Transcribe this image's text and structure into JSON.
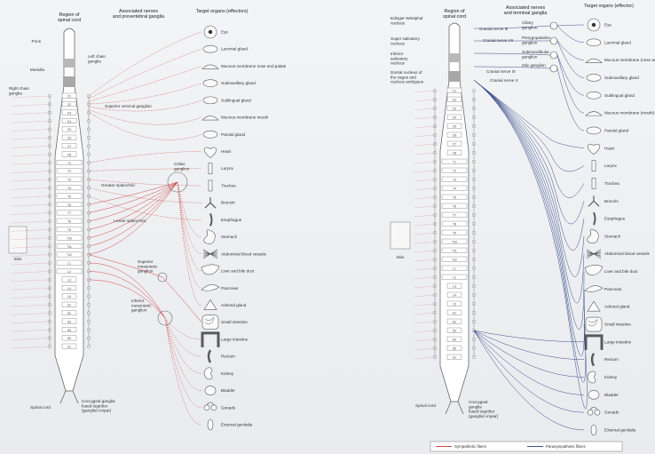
{
  "left": {
    "headers": [
      "Region of",
      "spinal cord",
      "Associated nerves",
      "and prevertebral ganglia",
      "Target organs (effectors)"
    ],
    "spine_labels": {
      "pons": "Pons",
      "medulla": "Medulla",
      "left_chain": "Left chain ganglia",
      "right_chain": "Right chain ganglia",
      "skin": "Skin",
      "spinal_cord": "Spinal cord",
      "coccygeal": [
        "Coccygeal ganglia",
        "fused together",
        "(ganglion impar)"
      ]
    },
    "ganglia": [
      {
        "text": "Superior cervical ganglion"
      },
      {
        "text": "Greater splanchnic"
      },
      {
        "text": "Lesser splanchnic"
      },
      {
        "text": "Celiac ganglion"
      },
      {
        "text": "Superior mesenteric ganglion"
      },
      {
        "text": "Inferior mesenteric ganglion"
      }
    ],
    "organs": [
      {
        "text": "Eye",
        "icon": "eye-icon"
      },
      {
        "text": "Lacrimal gland",
        "icon": "gland-icon"
      },
      {
        "text": "Mucous membrane nose and palate",
        "icon": "nose-icon"
      },
      {
        "text": "Submaxillary gland",
        "icon": "gland-icon"
      },
      {
        "text": "Sublingual gland",
        "icon": "gland-icon"
      },
      {
        "text": "Mucous membrane mouth",
        "icon": "mouth-icon"
      },
      {
        "text": "Parotid gland",
        "icon": "gland-icon"
      },
      {
        "text": "Heart",
        "icon": "heart-icon"
      },
      {
        "text": "Larynx",
        "icon": "larynx-icon"
      },
      {
        "text": "Trachea",
        "icon": "trachea-icon"
      },
      {
        "text": "Bronchi",
        "icon": "bronchi-icon"
      },
      {
        "text": "Esophagus",
        "icon": "esophagus-icon"
      },
      {
        "text": "Stomach",
        "icon": "stomach-icon"
      },
      {
        "text": "Abdominal blood vessels",
        "icon": "vessels-icon"
      },
      {
        "text": "Liver and bile duct",
        "icon": "liver-icon"
      },
      {
        "text": "Pancreas",
        "icon": "pancreas-icon"
      },
      {
        "text": "Adrenal gland",
        "icon": "adrenal-icon"
      },
      {
        "text": "Small intestine",
        "icon": "intestine-icon"
      },
      {
        "text": "Large intestine",
        "icon": "colon-icon"
      },
      {
        "text": "Rectum",
        "icon": "rectum-icon"
      },
      {
        "text": "Kidney",
        "icon": "kidney-icon"
      },
      {
        "text": "Bladder",
        "icon": "bladder-icon"
      },
      {
        "text": "Gonads",
        "icon": "gonads-icon"
      },
      {
        "text": "External genitalia",
        "icon": "genitalia-icon"
      }
    ]
  },
  "right": {
    "headers": [
      "Region of",
      "spinal cord",
      "Associated nerves",
      "and terminal ganglia",
      "Target organs (effector)"
    ],
    "nuclei": [
      {
        "text": "Edinger-Westphal nucleus"
      },
      {
        "text": "Super salivatory nucleus"
      },
      {
        "text": "Inferior salivatory nucleus"
      },
      {
        "text": "Dorsal nucleus of the vagus and nucleus ambiguus"
      }
    ],
    "nerves": [
      "Cranial nerve III",
      "Cranial nerve VII",
      "Cranial nerve IX",
      "Cranial nerve X"
    ],
    "ganglia": [
      "Ciliary ganglion",
      "Pterygopalatine ganglion",
      "Submandibular ganglion",
      "Otic ganglion"
    ],
    "organs": [
      {
        "text": "Eye",
        "icon": "eye-icon"
      },
      {
        "text": "Lacrimal gland",
        "icon": "gland-icon"
      },
      {
        "text": "Mucous membrane (nose and palate)",
        "icon": "nose-icon"
      },
      {
        "text": "Submaxillary gland",
        "icon": "gland-icon"
      },
      {
        "text": "Sublingual gland",
        "icon": "gland-icon"
      },
      {
        "text": "Mucous membrane (mouth)",
        "icon": "mouth-icon"
      },
      {
        "text": "Parotid gland",
        "icon": "gland-icon"
      },
      {
        "text": "Heart",
        "icon": "heart-icon"
      },
      {
        "text": "Larynx",
        "icon": "larynx-icon"
      },
      {
        "text": "Trachea",
        "icon": "trachea-icon"
      },
      {
        "text": "Bronchi",
        "icon": "bronchi-icon"
      },
      {
        "text": "Esophagus",
        "icon": "esophagus-icon"
      },
      {
        "text": "Stomach",
        "icon": "stomach-icon"
      },
      {
        "text": "Abdominal blood vessels",
        "icon": "vessels-icon"
      },
      {
        "text": "Liver and bile duct",
        "icon": "liver-icon"
      },
      {
        "text": "Pancreas",
        "icon": "pancreas-icon"
      },
      {
        "text": "Adrenal gland",
        "icon": "adrenal-icon"
      },
      {
        "text": "Small intestine",
        "icon": "intestine-icon"
      },
      {
        "text": "Large intestine",
        "icon": "colon-icon"
      },
      {
        "text": "Rectum",
        "icon": "rectum-icon"
      },
      {
        "text": "Kidney",
        "icon": "kidney-icon"
      },
      {
        "text": "Bladder",
        "icon": "bladder-icon"
      },
      {
        "text": "Gonads",
        "icon": "gonads-icon"
      },
      {
        "text": "External genitalia",
        "icon": "genitalia-icon"
      }
    ],
    "spine_labels": {
      "skin": "Skin",
      "spinal_cord": "Spinal cord",
      "coccygeal": [
        "Coccygeal",
        "ganglia",
        "fused together",
        "(ganglion impar)"
      ]
    },
    "legend": {
      "sympathetic": "Sympathetic fibers",
      "parasympathetic": "Parasympathetic fibers"
    }
  },
  "segments": [
    "C1",
    "C2",
    "C3",
    "C4",
    "C5",
    "C6",
    "C7",
    "C8",
    "T1",
    "T2",
    "T3",
    "T4",
    "T5",
    "T6",
    "T7",
    "T8",
    "T9",
    "T10",
    "T11",
    "T12",
    "L1",
    "L2",
    "L3",
    "L4",
    "L5",
    "S1",
    "S2",
    "S3",
    "S4",
    "S5",
    "Co"
  ],
  "colors": {
    "sympathetic": "#d04848",
    "parasympathetic": "#3c4f8c",
    "spine": "#ffffff",
    "spine_stroke": "#555555",
    "label": "#333333",
    "background": "#eef0f2"
  }
}
